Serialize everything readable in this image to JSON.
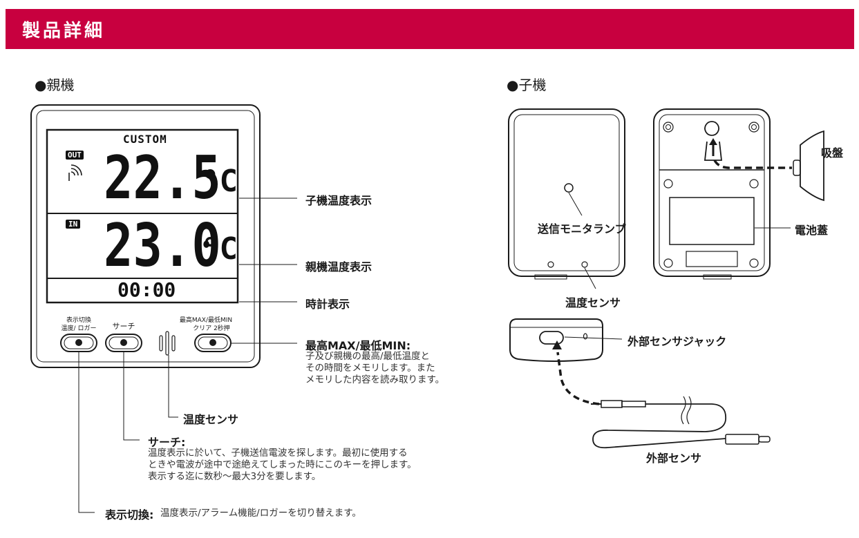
{
  "header": {
    "title": "製品詳細"
  },
  "sections": {
    "parent": "●親機",
    "child": "●子機"
  },
  "display": {
    "brand": "CUSTOM",
    "out_tag": "OUT",
    "in_tag": "IN",
    "out_temp": "22.5",
    "in_temp": "23.0",
    "unit": "°C",
    "clock": "00:00"
  },
  "buttons": {
    "display_switch_top": "表示切換",
    "display_switch_bottom": "温度/  ロガー",
    "search": "サーチ",
    "maxmin_top": "最高MAX/最低MIN",
    "maxmin_bottom": "クリア 2秒押"
  },
  "labels": {
    "child_temp_display": "子機温度表示",
    "parent_temp_display": "親機温度表示",
    "clock_display": "時計表示",
    "maxmin_title": "最高MAX/最低MIN:",
    "maxmin_desc": [
      "子及び親機の最高/最低温度と",
      "その時間をメモリします。また",
      "メモリした内容を読み取ります。"
    ],
    "temp_sensor_parent": "温度センサ",
    "search_title": "サーチ:",
    "search_desc": [
      "温度表示に於いて、子機送信電波を探します。最初に使用する",
      "ときや電波が途中で途絶えてしまった時にこのキーを押します。",
      "表示する迄に数秒〜最大3分を要します。"
    ],
    "switch_title": "表示切換:",
    "switch_desc": "温度表示/アラーム機能/ロガーを切り替えます。",
    "transmit_lamp": "送信モニタランプ",
    "temp_sensor_child": "温度センサ",
    "suction_cup": "吸盤",
    "battery_cover": "電池蓋",
    "ext_jack": "外部センサジャック",
    "ext_sensor": "外部センサ"
  },
  "colors": {
    "header_bg": "#c8003f",
    "header_text": "#ffffff",
    "line": "#1a1a1a"
  }
}
